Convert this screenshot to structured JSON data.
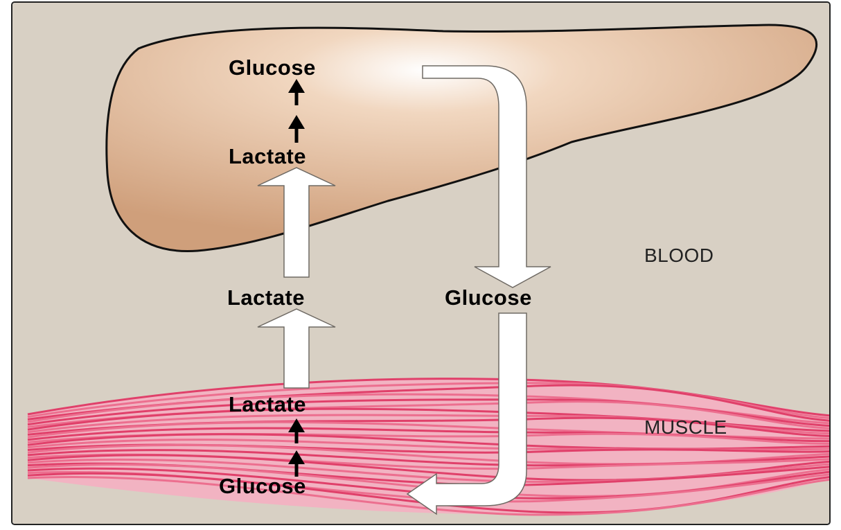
{
  "colors": {
    "background": "#d8d0c4",
    "liver": "#cf9f7b",
    "muscle": "#e0406a",
    "arrow_fill": "#ffffff",
    "arrow_outline": "#6f6a64"
  },
  "liver": {
    "top_label": "Glucose",
    "bottom_label": "Lactate"
  },
  "blood": {
    "region_label": "BLOOD",
    "lactate_label": "Lactate",
    "glucose_label": "Glucose"
  },
  "muscle": {
    "region_label": "MUSCLE",
    "top_label": "Lactate",
    "bottom_label": "Glucose"
  }
}
